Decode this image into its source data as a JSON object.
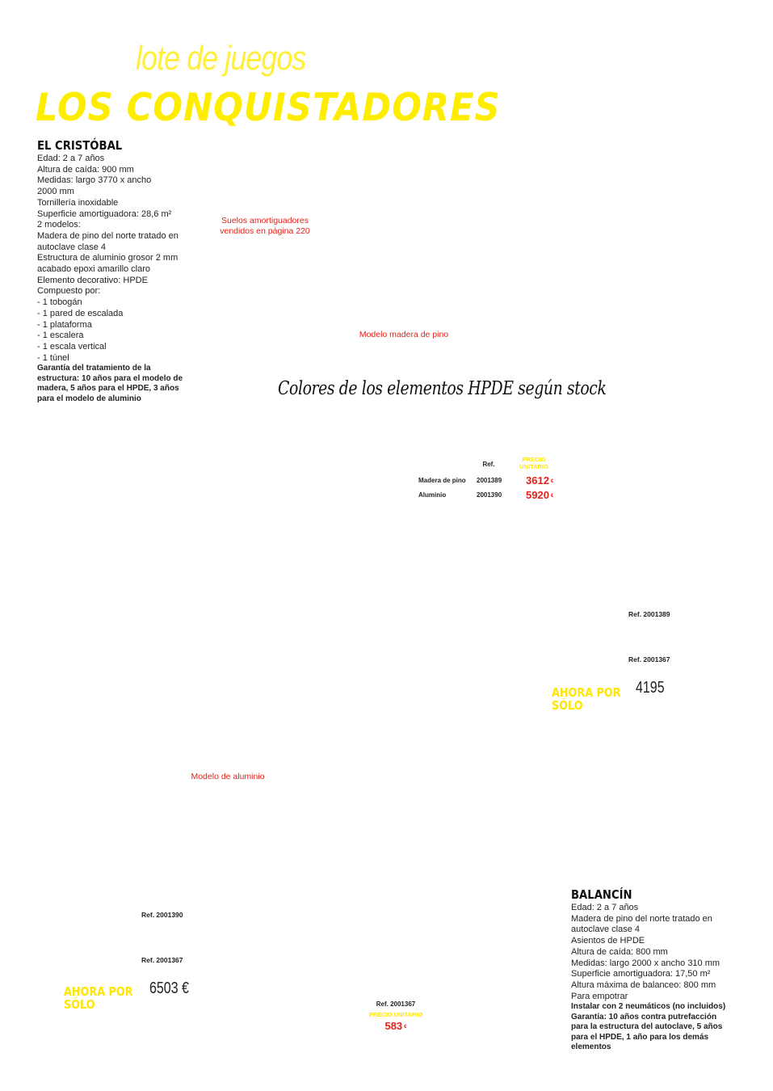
{
  "header": {
    "subtitle": "lote de juegos",
    "title": "LOS CONQUISTADORES"
  },
  "cristobal": {
    "name": "EL CRISTÓBAL",
    "specs": [
      "Edad: 2 a 7 años",
      "Altura de caída: 900 mm",
      "Medidas: largo 3770 x ancho",
      "2000 mm",
      "Tornillería inoxidable",
      "Superficie amortiguadora: 28,6 m²",
      "2 modelos:",
      "Madera de pino del norte tratado en",
      "autoclave clase 4",
      "Estructura de aluminio grosor 2 mm",
      "acabado epoxi amarillo claro",
      "Elemento decorativo: HPDE",
      "Compuesto por:",
      "- 1 tobogán",
      "- 1 pared de escalada",
      "- 1 plataforma",
      "- 1 escalera",
      "- 1 escala vertical",
      "- 1 túnel"
    ],
    "guarantee": [
      "Garantía del tratamiento de la",
      "estructura: 10 años para el modelo de",
      "madera, 5 años para el HPDE, 3 años",
      "para el modelo de aluminio"
    ]
  },
  "notes": {
    "suelos_1": "Suelos amortiguadores",
    "suelos_2": "vendidos en página 220",
    "modelo_madera": "Modelo madera de pino",
    "colores": "Colores de los elementos HPDE según stock",
    "modelo_aluminio": "Modelo de aluminio"
  },
  "price_table": {
    "ref_header": "Ref.",
    "price_header_1": "PRECIO",
    "price_header_2": "UNITARIO",
    "currency": "€",
    "rows": [
      {
        "model": "Madera de pino",
        "ref": "2001389",
        "price": "3612"
      },
      {
        "model": "Aluminio",
        "ref": "2001390",
        "price": "5920"
      }
    ]
  },
  "promo_wood": {
    "ref1": "Ref. 2001389",
    "ref2": "Ref. 2001367",
    "label_1": "AHORA POR",
    "label_2": "SÓLO",
    "price": "4195"
  },
  "promo_alu": {
    "ref1": "Ref. 2001390",
    "ref2": "Ref. 2001367",
    "label_1": "AHORA POR",
    "label_2": "SÓLO",
    "price": "6503 €"
  },
  "balancin_price": {
    "ref": "Ref. 2001367",
    "label": "PRECIO UNITARIO",
    "price": "583",
    "currency": "€"
  },
  "balancin": {
    "name": "BALANCÍN",
    "specs": [
      "Edad: 2 a 7 años",
      "Madera de pino del norte tratado en",
      "autoclave clase 4",
      "Asientos de HPDE",
      "Altura de caída: 800 mm",
      "Medidas: largo 2000 x ancho 310 mm",
      "Superficie amortiguadora: 17,50 m²",
      "Altura máxima de balanceo: 800 mm",
      "Para empotrar"
    ],
    "bold_lines": [
      "Instalar con 2 neumáticos (no incluidos)",
      "Garantía: 10 años contra putrefacción",
      "para la estructura del autoclave, 5 años",
      "para el HPDE, 1 año para los demás",
      "elementos"
    ]
  }
}
